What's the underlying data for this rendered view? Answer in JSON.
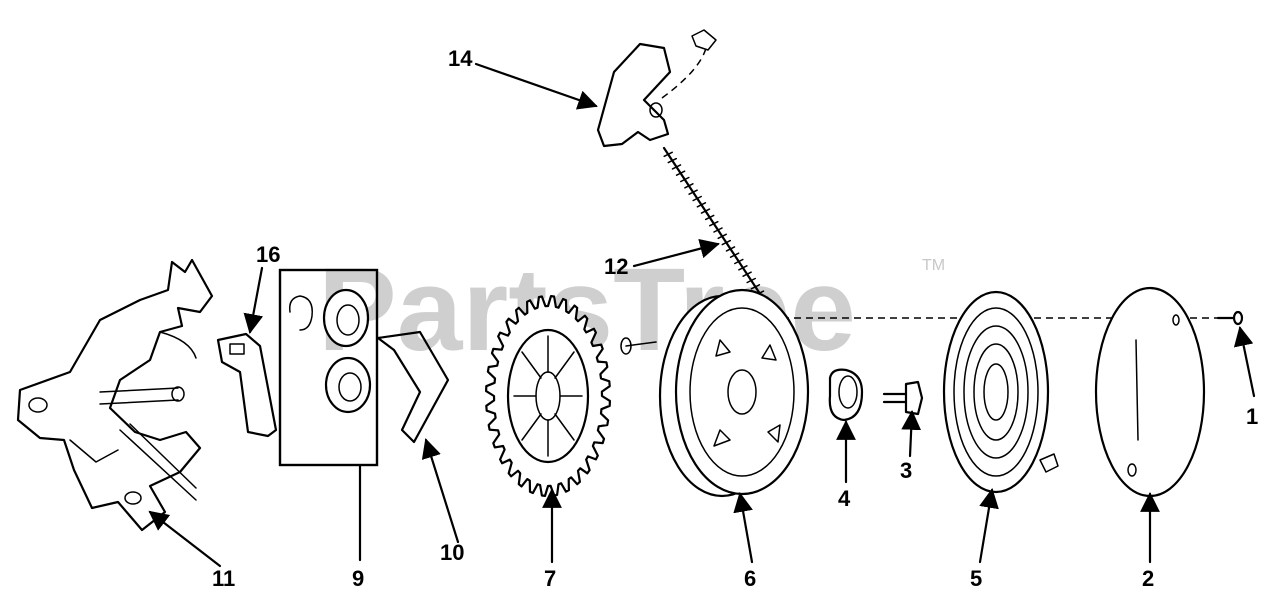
{
  "watermark": {
    "text": "PartsTree",
    "trademark": "TM"
  },
  "callouts": [
    {
      "id": "1",
      "label": "1"
    },
    {
      "id": "2",
      "label": "2"
    },
    {
      "id": "3",
      "label": "3"
    },
    {
      "id": "4",
      "label": "4"
    },
    {
      "id": "5",
      "label": "5"
    },
    {
      "id": "6",
      "label": "6"
    },
    {
      "id": "7",
      "label": "7"
    },
    {
      "id": "9",
      "label": "9"
    },
    {
      "id": "10",
      "label": "10"
    },
    {
      "id": "11",
      "label": "11"
    },
    {
      "id": "12",
      "label": "12"
    },
    {
      "id": "14",
      "label": "14"
    },
    {
      "id": "16",
      "label": "16"
    }
  ]
}
